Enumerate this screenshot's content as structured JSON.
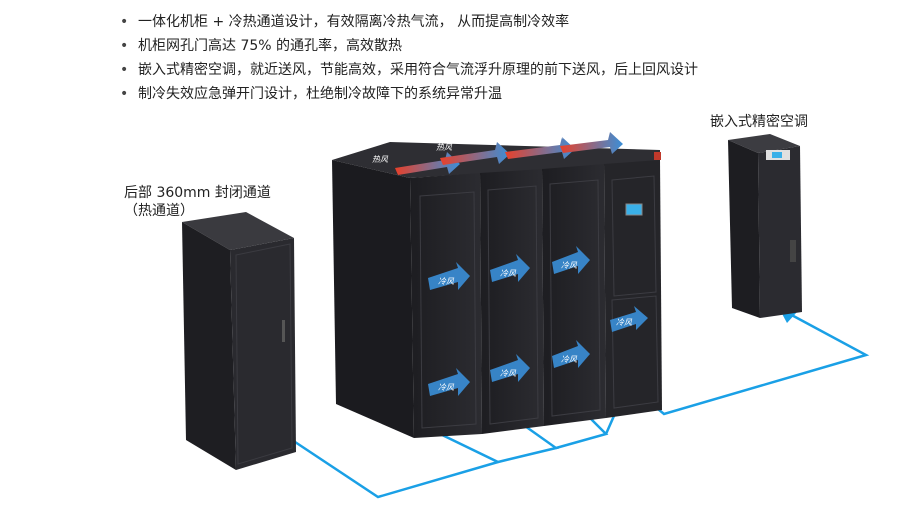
{
  "features": [
    "一体化机柜 + 冷热通道设计，有效隔离冷热气流， 从而提高制冷效率",
    "机柜网孔门高达 75% 的通孔率，高效散热",
    "嵌入式精密空调，就近送风，节能高效，采用符合气流浮升原理的前下送风，后上回风设计",
    "制冷失效应急弹开门设计，杜绝制冷故障下的系统异常升温"
  ],
  "bullet_char": "•",
  "labels": {
    "rear_channel_line1": "后部 360mm 封闭通道",
    "rear_channel_line2": "（热通道）",
    "embedded_ac": "嵌入式精密空调"
  },
  "airflow_tags": {
    "hot": "热风",
    "cold": "冷风"
  },
  "colors": {
    "cabinet": "#222226",
    "cabinet_edge": "#3a3a40",
    "duct_line": "#1aa0e6",
    "hot_air": "#e8402a",
    "cold_air": "#3a8fd8",
    "screen": "#3ab0e8"
  }
}
